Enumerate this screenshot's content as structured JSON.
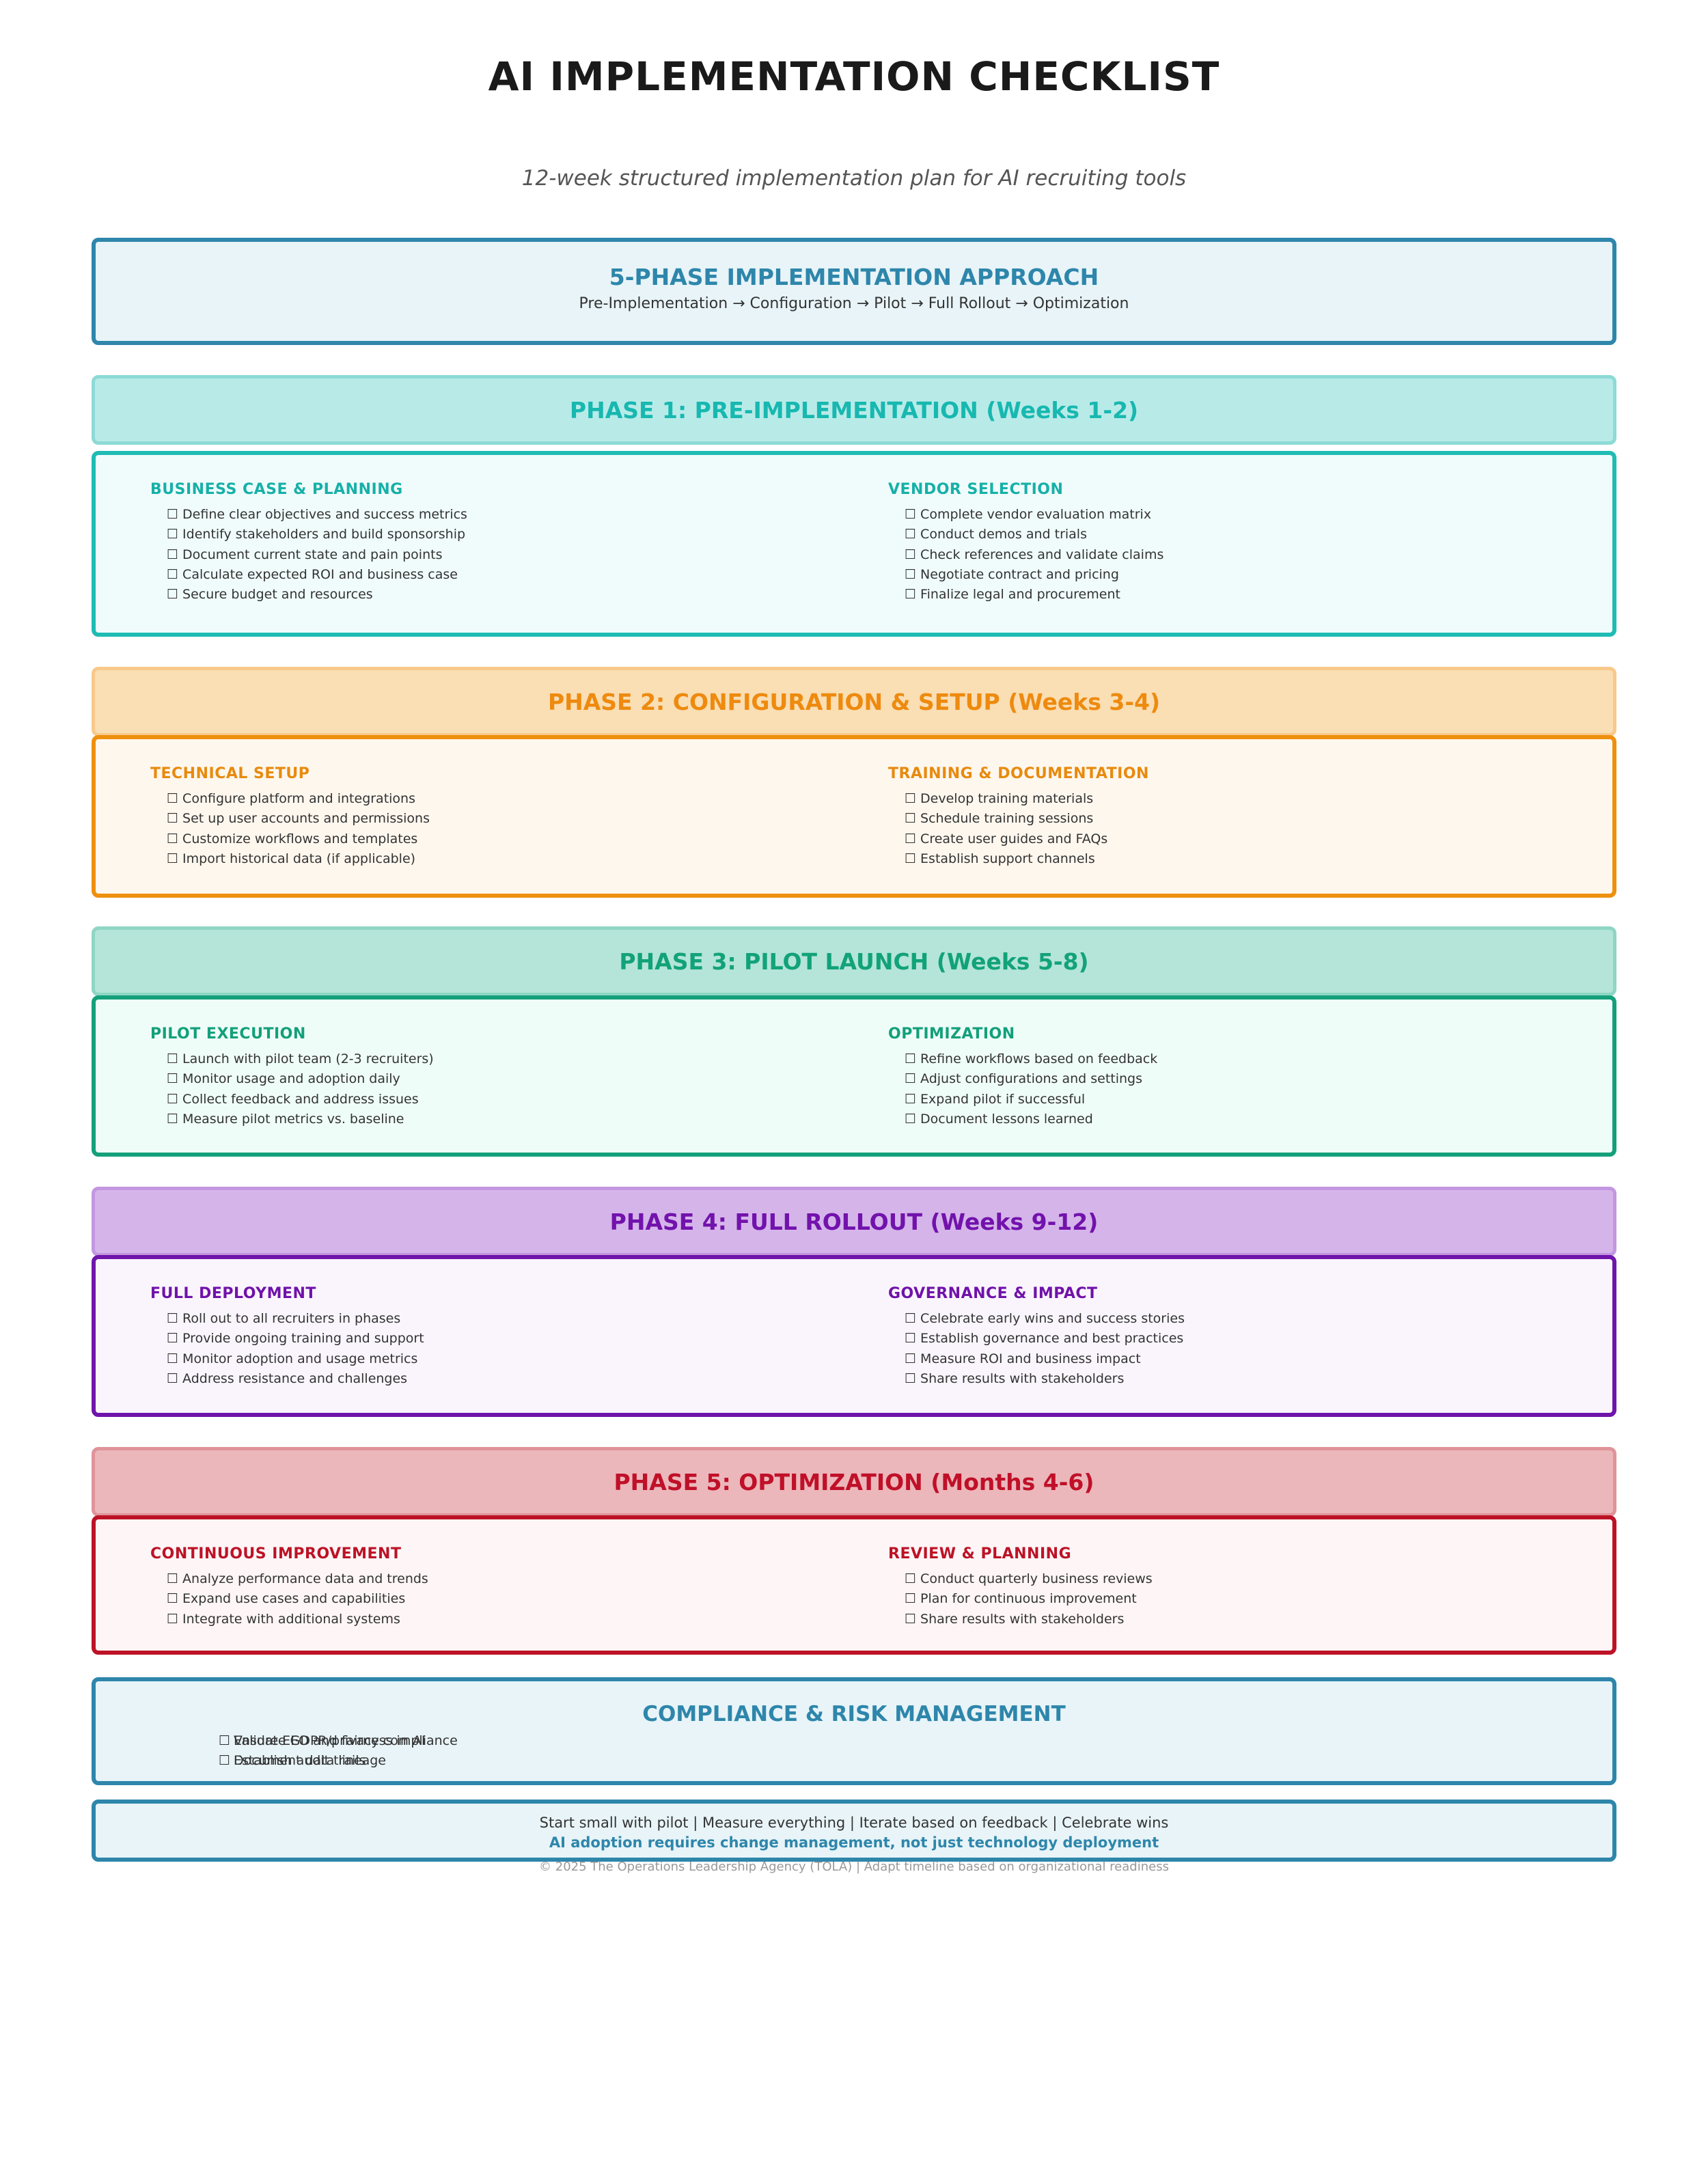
{
  "title": "AI IMPLEMENTATION CHECKLIST",
  "subtitle": "12-week structured implementation plan for AI recruiting tools",
  "approach": {
    "heading": "5-PHASE IMPLEMENTATION APPROACH",
    "flow": "Pre-Implementation → Configuration → Pilot → Full Rollout → Optimization"
  },
  "checkbox": "☐",
  "phases": [
    {
      "title": "PHASE 1: PRE-IMPLEMENTATION (Weeks 1-2)",
      "color": "#17b8b0",
      "left": {
        "title": "BUSINESS CASE & PLANNING",
        "items": [
          "Define clear objectives and success metrics",
          "Identify stakeholders and build sponsorship",
          "Document current state and pain points",
          "Calculate expected ROI and business case",
          "Secure budget and resources"
        ]
      },
      "right": {
        "title": "VENDOR SELECTION",
        "items": [
          "Complete vendor evaluation matrix",
          "Conduct demos and trials",
          "Check references and validate claims",
          "Negotiate contract and pricing",
          "Finalize legal and procurement"
        ]
      }
    },
    {
      "title": "PHASE 2: CONFIGURATION & SETUP (Weeks 3-4)",
      "color": "#ee8a0e",
      "left": {
        "title": "TECHNICAL SETUP",
        "items": [
          "Configure platform and integrations",
          "Set up user accounts and permissions",
          "Customize workflows and templates",
          "Import historical data (if applicable)"
        ]
      },
      "right": {
        "title": "TRAINING & DOCUMENTATION",
        "items": [
          "Develop training materials",
          "Schedule training sessions",
          "Create user guides and FAQs",
          "Establish support channels"
        ]
      }
    },
    {
      "title": "PHASE 3: PILOT LAUNCH (Weeks 5-8)",
      "color": "#12a27a",
      "left": {
        "title": "PILOT EXECUTION",
        "items": [
          "Launch with pilot team (2-3 recruiters)",
          "Monitor usage and adoption daily",
          "Collect feedback and address issues",
          "Measure pilot metrics vs. baseline"
        ]
      },
      "right": {
        "title": "OPTIMIZATION",
        "items": [
          "Refine workflows based on feedback",
          "Adjust configurations and settings",
          "Expand pilot if successful",
          "Document lessons learned"
        ]
      }
    },
    {
      "title": "PHASE 4: FULL ROLLOUT (Weeks 9-12)",
      "color": "#7212ac",
      "left": {
        "title": "FULL DEPLOYMENT",
        "items": [
          "Roll out to all recruiters in phases",
          "Provide ongoing training and support",
          "Monitor adoption and usage metrics",
          "Address resistance and challenges"
        ]
      },
      "right": {
        "title": "GOVERNANCE & IMPACT",
        "items": [
          "Celebrate early wins and success stories",
          "Establish governance and best practices",
          "Measure ROI and business impact",
          "Share results with stakeholders"
        ]
      }
    },
    {
      "title": "PHASE 5: OPTIMIZATION (Months 4-6)",
      "color": "#c01028",
      "left": {
        "title": "CONTINUOUS IMPROVEMENT",
        "items": [
          "Analyze performance data and trends",
          "Expand use cases and capabilities",
          "Integrate with additional systems"
        ]
      },
      "right": {
        "title": "REVIEW & PLANNING",
        "items": [
          "Conduct quarterly business reviews",
          "Plan for continuous improvement",
          "Share results with stakeholders"
        ]
      }
    }
  ],
  "compliance": {
    "heading": "COMPLIANCE & RISK MANAGEMENT",
    "items": [
      "Validate GDPR/privacy compliance",
      "Ensure EEO and fairness in AI",
      "Document data lineage",
      "Establish audit trails"
    ]
  },
  "footer": {
    "line1": "Start small with pilot | Measure everything | Iterate based on feedback | Celebrate wins",
    "line2": "AI adoption requires change management, not just technology deployment"
  },
  "copyright": "© 2025 The Operations Leadership Agency (TOLA) | Adapt timeline based on organizational readiness"
}
